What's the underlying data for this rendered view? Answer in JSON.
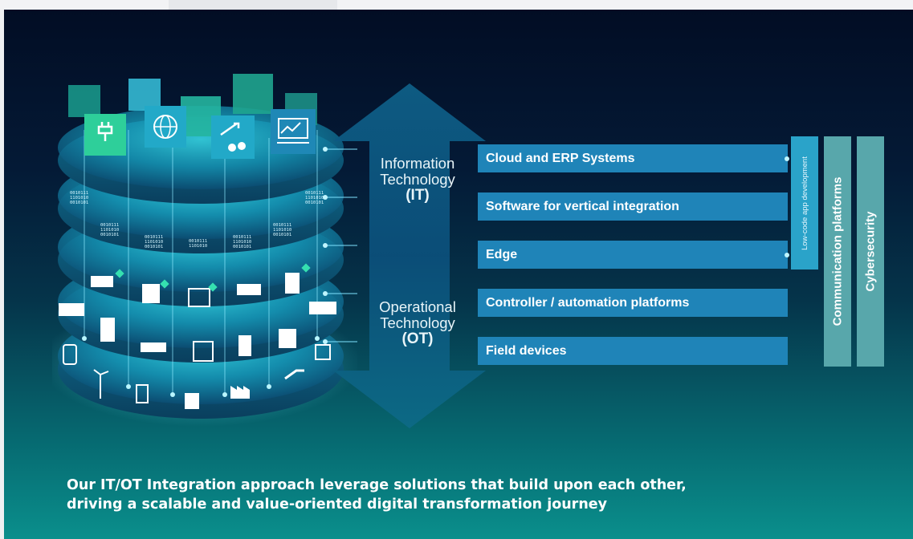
{
  "diagram": {
    "it_label": {
      "line1": "Information",
      "line2": "Technology",
      "abbr": "(IT)"
    },
    "ot_label": {
      "line1": "Operational",
      "line2": "Technology",
      "abbr": "(OT)"
    },
    "layers": [
      "Cloud and ERP Systems",
      "Software for vertical integration",
      "Edge",
      "Controller / automation platforms",
      "Field devices"
    ],
    "side_columns": {
      "low_code": "Low-code app development",
      "communication": "Communication platforms",
      "cybersecurity": "Cybersecurity"
    },
    "binary_snippets": [
      "0010111",
      "1101010",
      "0010101",
      "1101100",
      "0010111"
    ]
  },
  "caption": {
    "line1": "Our IT/OT Integration approach leverage solutions that build upon each other,",
    "line2": "driving a scalable and value-oriented digital transformation journey"
  },
  "colors": {
    "layer_bar": "#1f84b8",
    "low_code": "#2aa3c9",
    "side_column": "#58a7ab",
    "background_top": "#020d24",
    "background_bottom": "#0a8f8c"
  },
  "icons": [
    "power-plug-icon",
    "globe-icon",
    "wrench-icon",
    "line-chart-monitor-icon",
    "cabinet-icon",
    "train-icon",
    "wind-turbine-icon",
    "factory-icon",
    "escalator-icon",
    "robot-icon"
  ]
}
